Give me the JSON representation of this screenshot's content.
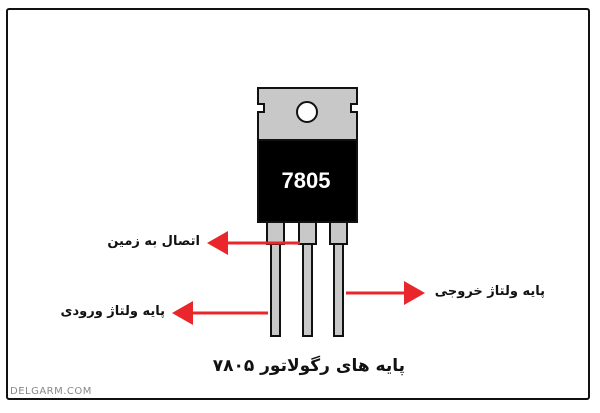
{
  "device": {
    "part_number": "7805"
  },
  "labels": {
    "ground": "اتصال به زمین",
    "input": "پایه ولتاژ ورودی",
    "output": "پایه ولتاژ خروجی"
  },
  "caption": "پایه های رگولاتور ۷۸۰۵",
  "watermark": "DELGARM.COM",
  "colors": {
    "arrow": "#e8262b",
    "body": "#000000",
    "tab": "#c8c8c8",
    "legs": "#c8c8c8"
  }
}
